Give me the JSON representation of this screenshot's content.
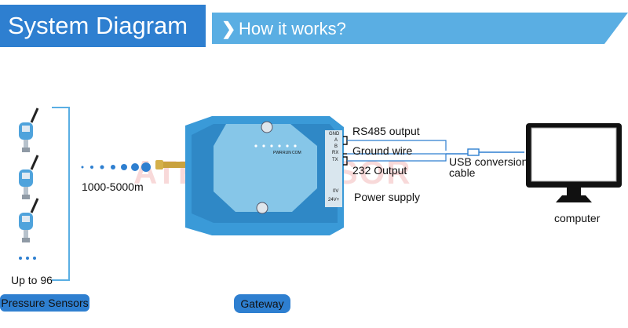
{
  "header": {
    "title": "System Diagram",
    "banner_chevron": "❯",
    "banner_text": "How it works?"
  },
  "sensors": {
    "count_label": "Up to 96",
    "group_label": "Pressure Sensors",
    "dots": "• • •"
  },
  "wireless": {
    "range_label": "1000-5000m"
  },
  "gateway": {
    "label": "Gateway",
    "pin_labels": [
      "GND",
      "A",
      "B",
      "RX",
      "TX"
    ],
    "terminal_labels": [
      "0V",
      "24V+"
    ],
    "indicator_labels": [
      "PWR",
      "RUN",
      "COM"
    ]
  },
  "connections": {
    "rs485": "RS485 output",
    "ground": "Ground wire",
    "rs232": "232 Output",
    "power": "Power supply",
    "usb_line1": "USB conversion",
    "usb_line2": "cable"
  },
  "computer": {
    "label": "computer"
  },
  "watermark": "ATECH SENSOR",
  "colors": {
    "accent": "#2e7fd0",
    "banner": "#5aaee3",
    "gateway_body": "#3a9ad8",
    "gateway_face": "#86c6e8"
  }
}
